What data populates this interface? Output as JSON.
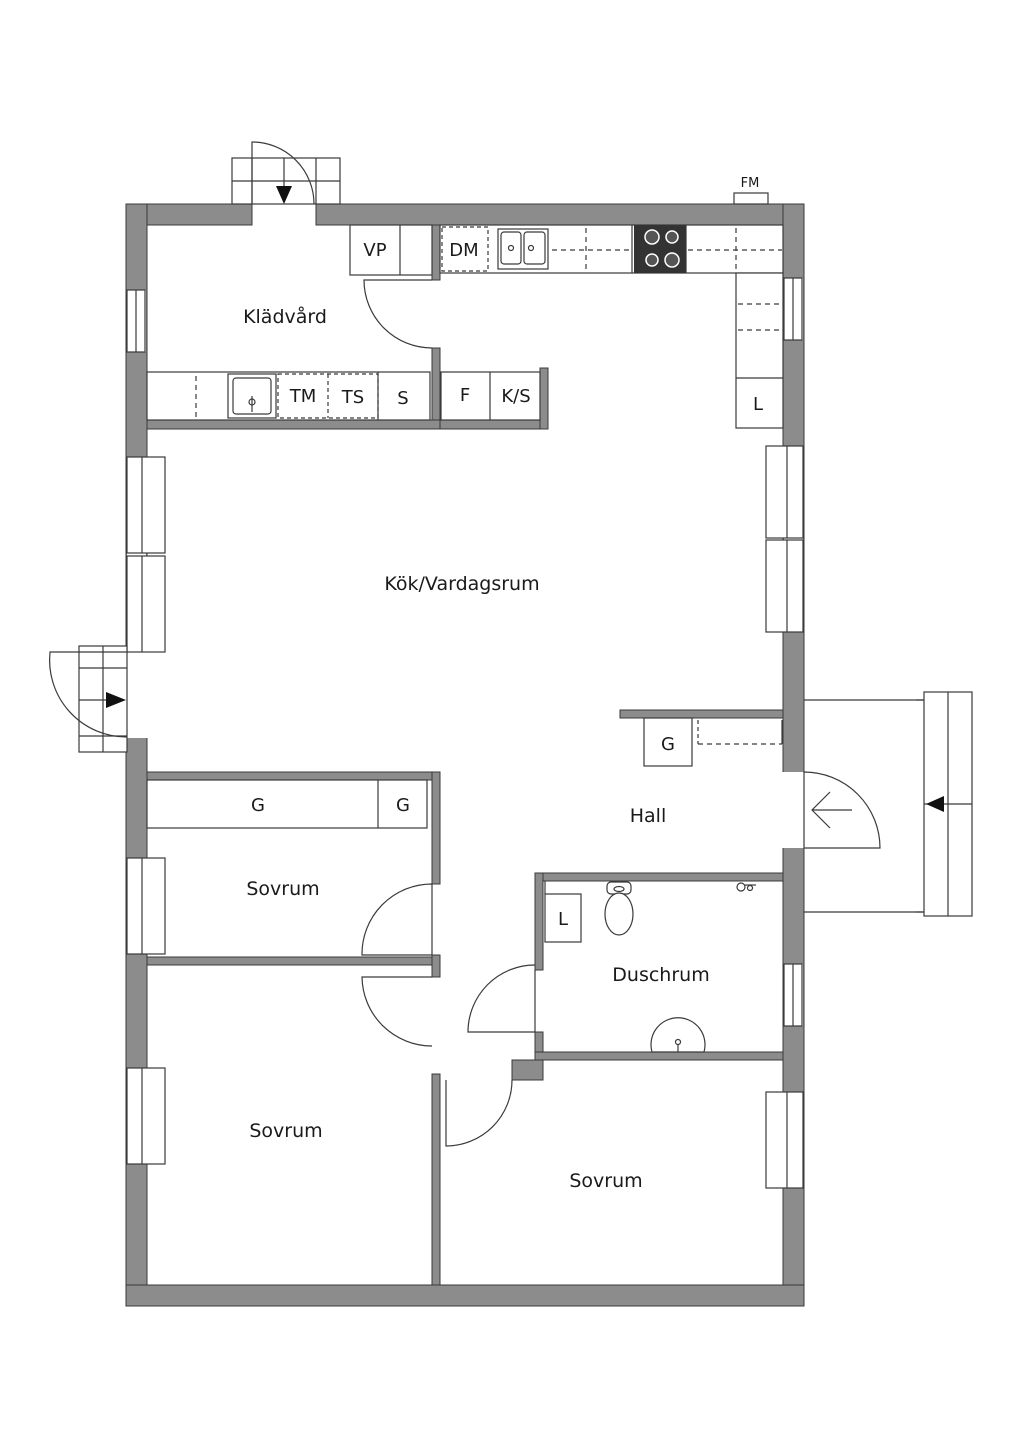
{
  "rooms": {
    "kladvard": "Klädvård",
    "kok": "Kök/Vardagsrum",
    "hall": "Hall",
    "duschrum": "Duschrum",
    "sovrum_1": "Sovrum",
    "sovrum_2": "Sovrum",
    "sovrum_3": "Sovrum"
  },
  "fixtures": {
    "vp": "VP",
    "dm": "DM",
    "tm": "TM",
    "ts": "TS",
    "s": "S",
    "f": "F",
    "ks": "K/S",
    "l_kitchen": "L",
    "g_hall": "G",
    "g_closet_1": "G",
    "g_closet_2": "G",
    "l_bath": "L",
    "fm": "FM"
  },
  "colors": {
    "wall": "#8c8c8c",
    "outline": "#3a3a3a",
    "stove": "#333333"
  }
}
